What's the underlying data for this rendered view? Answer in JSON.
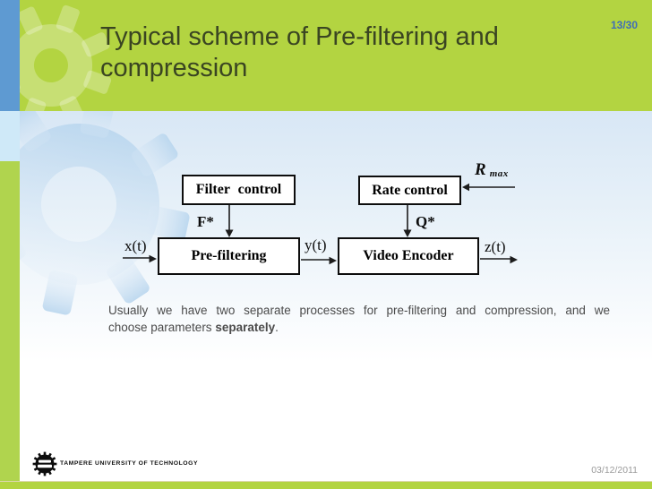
{
  "slide": {
    "page_indicator": "13/30",
    "title": "Typical scheme of Pre-filtering and compression"
  },
  "diagram": {
    "filter_control": "Filter control",
    "rate_control": "Rate control",
    "pre_filtering": "Pre-filtering",
    "video_encoder": "Video Encoder",
    "f_star": "F*",
    "q_star": "Q*",
    "r_max_main": "R",
    "r_max_sub": "max",
    "x_label": "x(t)",
    "y_label": "y(t)",
    "z_label": "z(t)"
  },
  "body_text": {
    "line1": "Usually we have two separate processes for pre-filtering and compression, and we",
    "line2_normal": "choose parameters ",
    "line2_bold": "separately",
    "line2_end": "."
  },
  "footer": {
    "logo_text": "TAMPERE UNIVERSITY OF TECHNOLOGY",
    "date": "03/12/2011"
  },
  "colors": {
    "header_green": "#b3d441",
    "sidebar_blue": "#5e9ad2",
    "sidebar_lightblue": "#cfe9f8",
    "sidebar_green": "#b0d44e",
    "bottom_strip_green": "#b3d441",
    "page_number_blue": "#3f6db8",
    "title_text": "#3a4522",
    "body_text": "#4b4b4b",
    "watermark_blue": "#cfe3f4",
    "date_gray": "#9a9a9a"
  }
}
